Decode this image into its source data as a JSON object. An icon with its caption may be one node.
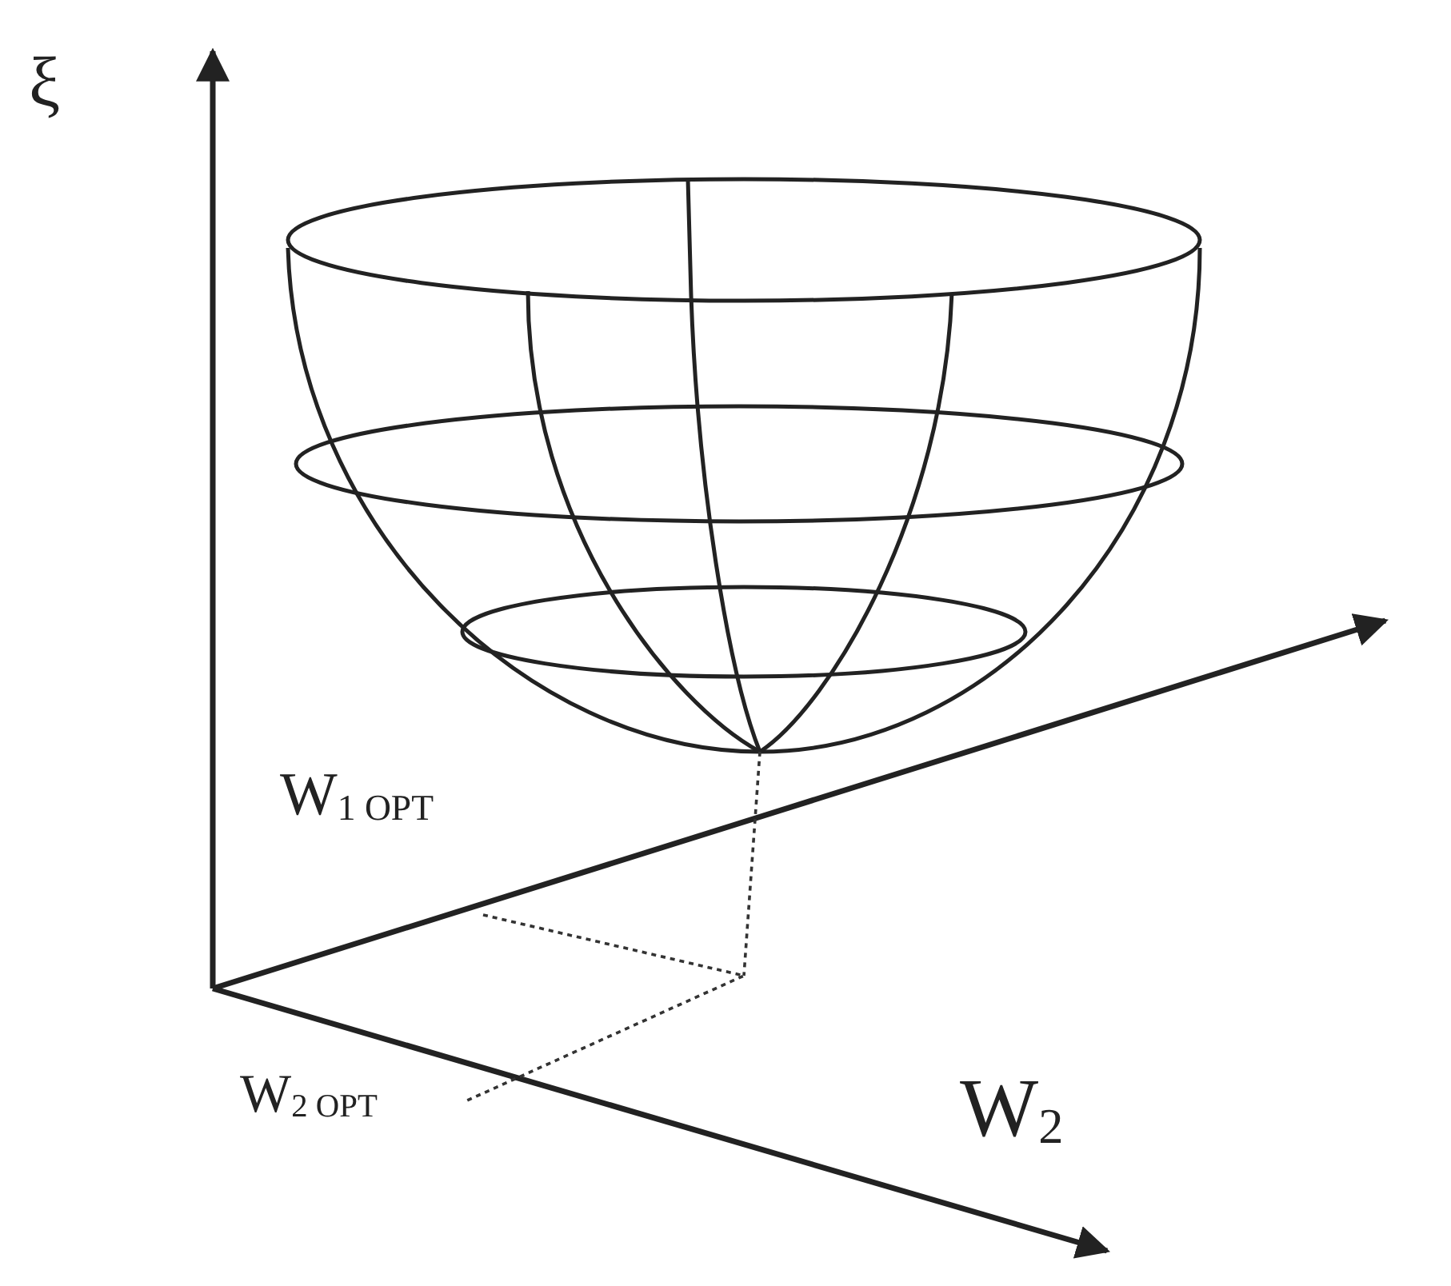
{
  "diagram": {
    "labels": [
      "ξ",
      "W$_{1 OPT}$",
      "W$_{2 OPT}$",
      "W$_{2}$"
    ]
  }
}
